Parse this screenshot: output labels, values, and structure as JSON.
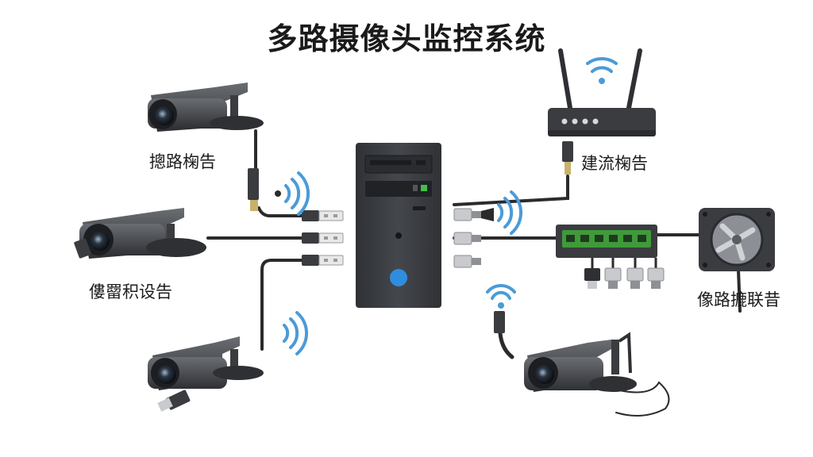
{
  "title": "多路摄像头监控系统",
  "labels": {
    "camera_top": "摠路椈告",
    "camera_middle": "僂罶积设告",
    "router": "建流椈告",
    "display_device": "像路摝联昔"
  },
  "colors": {
    "device_body": "#3a3c40",
    "cable": "#2b2b2b",
    "wifi": "#4a9bd8",
    "switch_port": "#3f9a3a",
    "power_button": "#2f8de0"
  },
  "icons": {
    "camera": "cctv-camera-icon",
    "computer": "desktop-tower-icon",
    "router": "wifi-router-icon",
    "switch": "network-switch-icon",
    "wifi": "wifi-signal-icon",
    "usb": "usb-plug-icon",
    "rj45": "rj45-plug-icon",
    "fan": "fan-device-icon"
  }
}
